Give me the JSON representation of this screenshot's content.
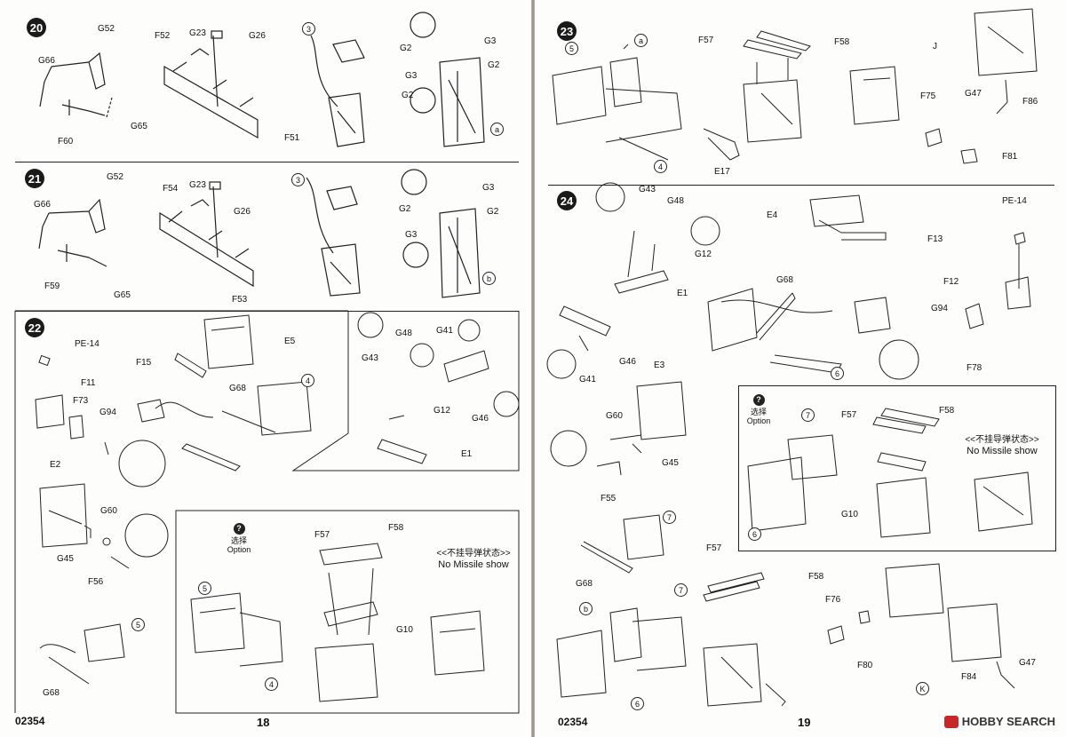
{
  "left_page": {
    "code": "02354",
    "page_number": "18",
    "steps": {
      "s20": {
        "number": "20",
        "labels": [
          "G52",
          "G66",
          "F60",
          "G65",
          "F52",
          "G23",
          "G26",
          "F51",
          "G2",
          "G3",
          "G2",
          "G3",
          "G2"
        ],
        "circles": [
          "3",
          "a"
        ]
      },
      "s21": {
        "number": "21",
        "labels": [
          "G52",
          "G66",
          "F59",
          "G65",
          "F54",
          "G23",
          "G26",
          "F53",
          "G2",
          "G3",
          "G2",
          "G3"
        ],
        "circles": [
          "3",
          "b"
        ]
      },
      "s22": {
        "number": "22",
        "labels": [
          "PE-14",
          "F15",
          "E5",
          "F11",
          "F73",
          "G94",
          "G68",
          "G43",
          "G48",
          "G41",
          "G12",
          "G46",
          "E1",
          "E2",
          "G60",
          "G45",
          "F56",
          "G68"
        ],
        "circles": [
          "4",
          "5"
        ],
        "option": {
          "text_cn": "选择",
          "text_en": "Option",
          "labels": [
            "F57",
            "F58",
            "G10"
          ],
          "circles": [
            "5",
            "4"
          ],
          "note_cn": "<<不挂导弹状态>>",
          "note_en": "No Missile show"
        }
      }
    }
  },
  "right_page": {
    "code": "02354",
    "page_number": "19",
    "watermark": "HOBBY SEARCH",
    "steps": {
      "s23": {
        "number": "23",
        "labels": [
          "F57",
          "F58",
          "E17",
          "J",
          "G47",
          "F86",
          "F75",
          "F81"
        ],
        "circles": [
          "5",
          "a",
          "4"
        ]
      },
      "s24": {
        "number": "24",
        "labels": [
          "G43",
          "G48",
          "G12",
          "E1",
          "E4",
          "F13",
          "PE-14",
          "G68",
          "F12",
          "G94",
          "G41",
          "G46",
          "F78",
          "E3",
          "G60",
          "G45",
          "F55",
          "G68",
          "F57",
          "F58",
          "F76",
          "F80",
          "F84",
          "G47"
        ],
        "circles": [
          "6",
          "7",
          "7",
          "b",
          "6",
          "K"
        ],
        "option": {
          "text_cn": "选择",
          "text_en": "Option",
          "labels": [
            "F57",
            "F58",
            "G10"
          ],
          "circles": [
            "7",
            "6"
          ],
          "note_cn": "<<不挂导弹状态>>",
          "note_en": "No Missile show"
        }
      }
    }
  }
}
